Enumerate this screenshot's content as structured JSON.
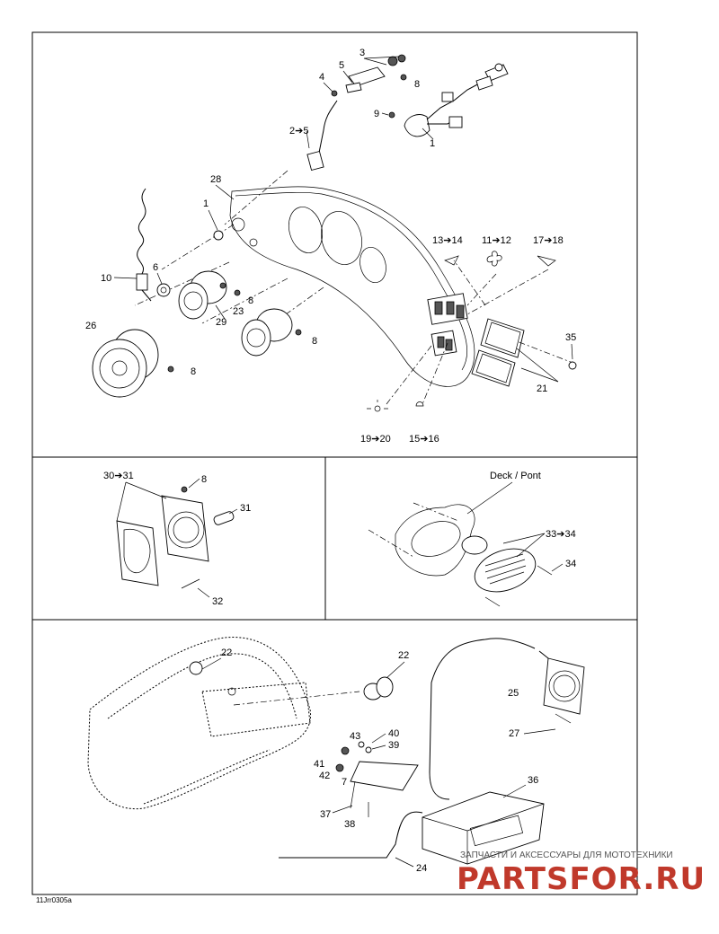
{
  "figure_code": "11Jrr0305a",
  "panels": {
    "main": {
      "callouts": [
        "3",
        "5",
        "4",
        "8",
        "9",
        "2➔5",
        "1",
        "28",
        "1",
        "13➔14",
        "11➔12",
        "17➔18",
        "10",
        "6",
        "8",
        "29",
        "23",
        "8",
        "26",
        "8",
        "35",
        "21",
        "19➔20",
        "15➔16"
      ]
    },
    "gauge_detail": {
      "callouts": [
        "30➔31",
        "8",
        "31",
        "32"
      ]
    },
    "speaker_detail": {
      "deck_label": "Deck / Pont",
      "callouts": [
        "33➔34",
        "34"
      ]
    },
    "audio": {
      "callouts": [
        "22",
        "22",
        "25",
        "40",
        "43",
        "39",
        "41",
        "42",
        "7",
        "27",
        "36",
        "37",
        "38",
        "24"
      ]
    }
  },
  "watermark": {
    "tagline": "ЗАПЧАСТИ И АКСЕССУАРЫ ДЛЯ МОТОТЕХНИКИ",
    "brand": "PARTSFOR.RU"
  },
  "colors": {
    "ink": "#000000",
    "paper": "#ffffff",
    "watermark": "#c0392b"
  }
}
